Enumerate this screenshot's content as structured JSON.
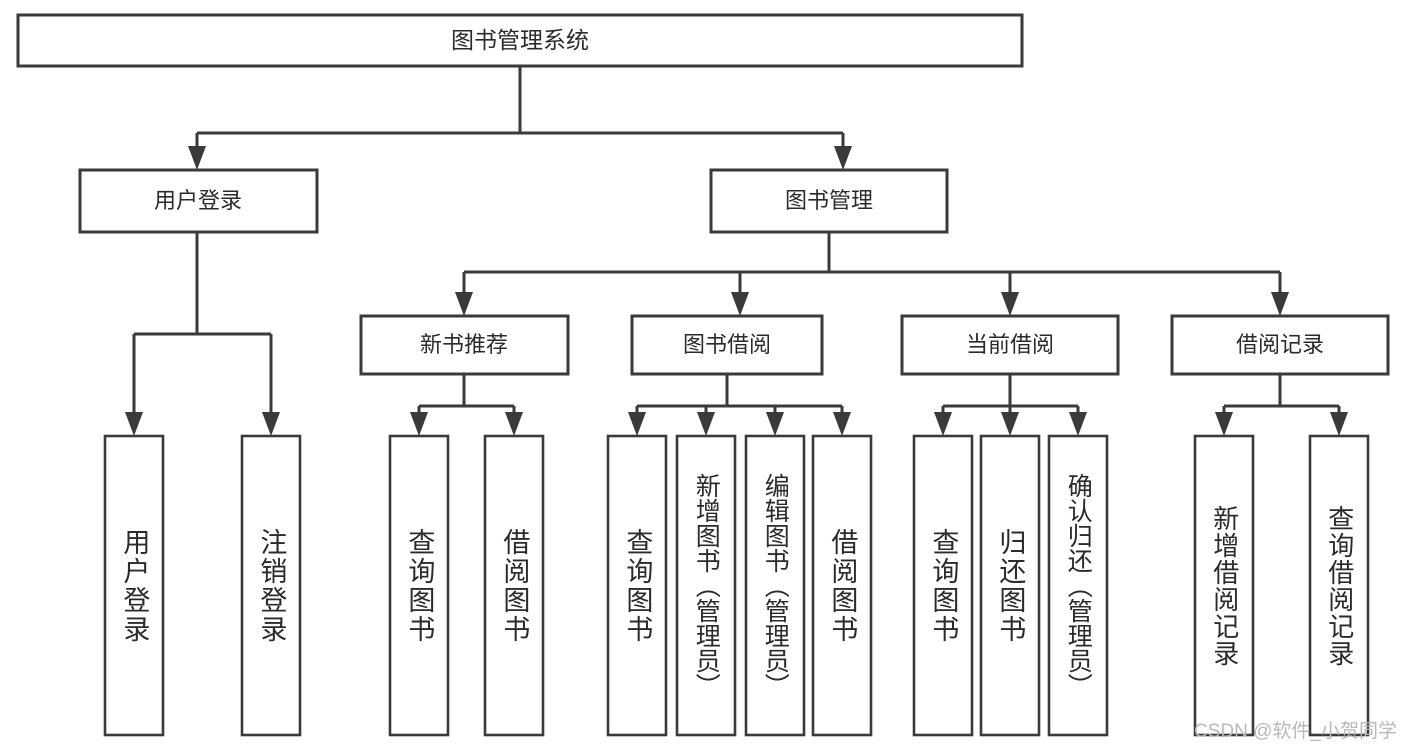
{
  "diagram": {
    "title": "图书管理系统",
    "type": "tree",
    "watermark": "CSDN @软件_小贺同学",
    "colors": {
      "stroke": "#3a3a3a",
      "fill": "#ffffff",
      "text": "#2b2b2b",
      "watermark": "#b9b9b9",
      "background": "#ffffff"
    },
    "root": {
      "label": "图书管理系统"
    },
    "level2": [
      {
        "label": "用户登录"
      },
      {
        "label": "图书管理"
      }
    ],
    "level3": [
      {
        "label": "新书推荐"
      },
      {
        "label": "图书借阅"
      },
      {
        "label": "当前借阅"
      },
      {
        "label": "借阅记录"
      }
    ],
    "leaves": {
      "user_login": [
        {
          "label": "用户登录"
        },
        {
          "label": "注销登录"
        }
      ],
      "new_book_recommend": [
        {
          "label": "查询图书"
        },
        {
          "label": "借阅图书"
        }
      ],
      "book_borrow": [
        {
          "label": "查询图书"
        },
        {
          "label": "新增图书（管理员）"
        },
        {
          "label": "编辑图书（管理员）"
        },
        {
          "label": "借阅图书"
        }
      ],
      "current_borrow": [
        {
          "label": "查询图书"
        },
        {
          "label": "归还图书"
        },
        {
          "label": "确认归还（管理员）"
        }
      ],
      "borrow_record": [
        {
          "label": "新增借阅记录"
        },
        {
          "label": "查询借阅记录"
        }
      ]
    }
  }
}
